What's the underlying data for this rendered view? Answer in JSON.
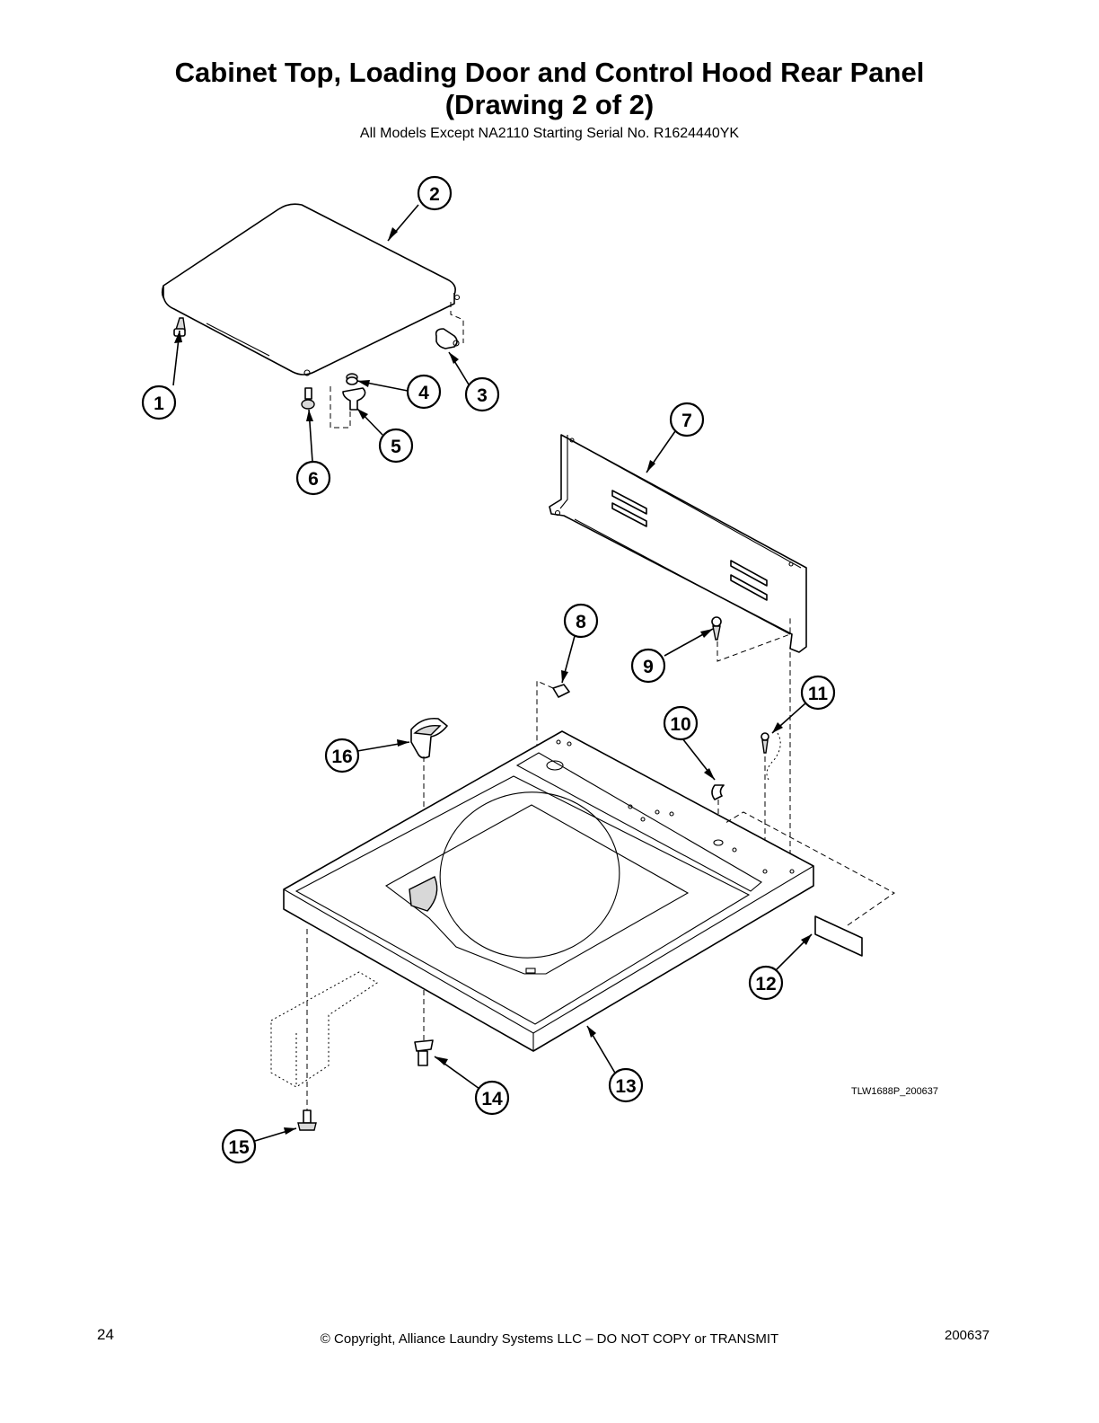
{
  "header": {
    "title_line1": "Cabinet Top, Loading Door and Control Hood Rear Panel",
    "title_line2": "(Drawing 2 of 2)",
    "subtitle": "All Models Except NA2110 Starting Serial No. R1624440YK"
  },
  "callouts": [
    "1",
    "2",
    "3",
    "4",
    "5",
    "6",
    "7",
    "8",
    "9",
    "10",
    "11",
    "12",
    "13",
    "14",
    "15",
    "16"
  ],
  "drawing_code": "TLW1688P_200637",
  "footer": {
    "page_number": "24",
    "copyright": "© Copyright, Alliance Laundry Systems LLC – DO NOT COPY or TRANSMIT",
    "doc_code": "200637"
  }
}
